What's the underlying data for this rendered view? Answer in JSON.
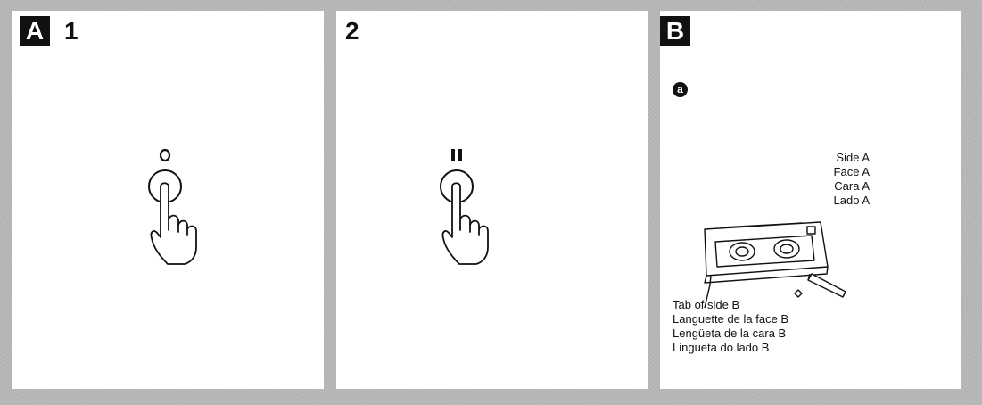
{
  "panels": {
    "a": {
      "badge": "A",
      "step": "1"
    },
    "two": {
      "step": "2"
    },
    "b": {
      "badge": "B",
      "marker": "a",
      "side_labels": [
        "Side A",
        "Face A",
        "Cara A",
        "Lado A"
      ],
      "tab_labels": [
        "Tab of side B",
        "Languette de la face B",
        "Lengüeta de la cara B",
        "Lingueta do lado B"
      ]
    }
  },
  "icons": {
    "record_button": "record-circle-icon",
    "pause_button": "pause-bars-icon",
    "cassette": "cassette-tape-icon",
    "hand": "pointing-hand-icon"
  },
  "colors": {
    "ink": "#111111",
    "paper": "#ffffff",
    "frame": "#b8b8b8"
  }
}
